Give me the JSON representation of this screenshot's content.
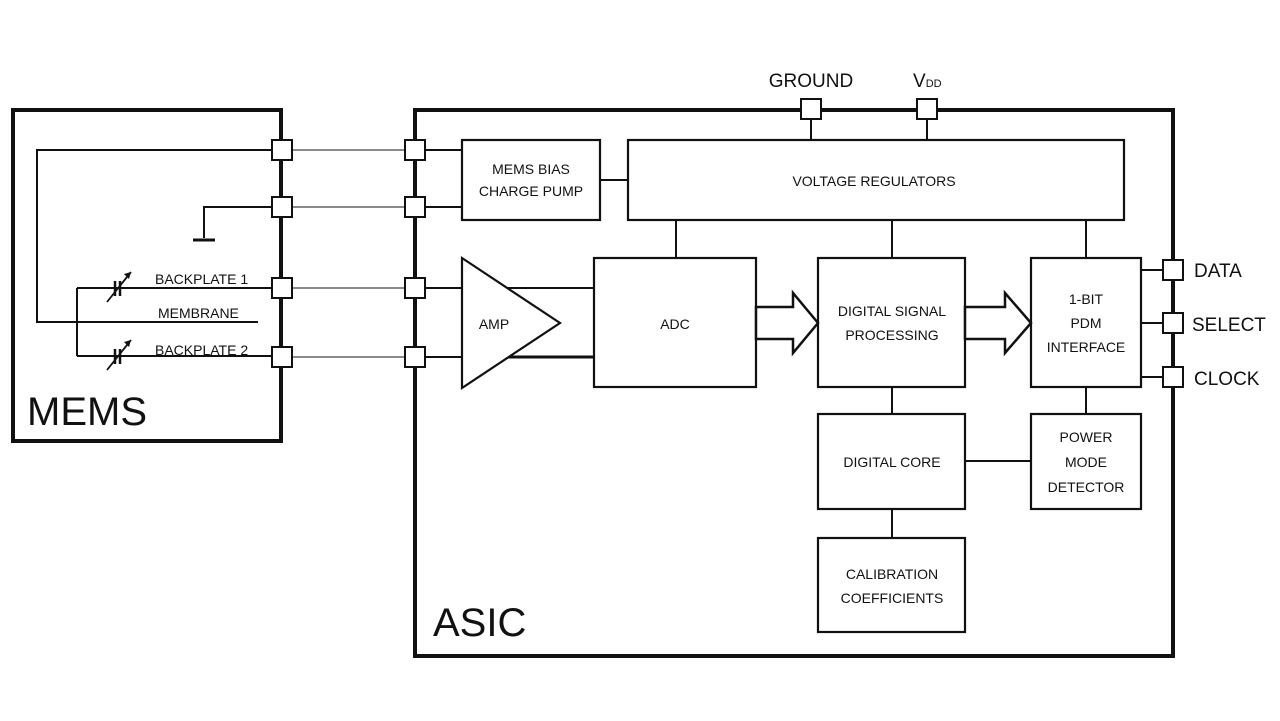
{
  "mems": {
    "title": "MEMS",
    "backplate1": "BACKPLATE 1",
    "membrane": "MEMBRANE",
    "backplate2": "BACKPLATE 2"
  },
  "asic": {
    "title": "ASIC"
  },
  "top_pins": {
    "ground": "GROUND",
    "vdd_main": "V",
    "vdd_sub": "DD"
  },
  "blocks": {
    "mems_bias_line1": "MEMS BIAS",
    "mems_bias_line2": "CHARGE PUMP",
    "voltage_regulators": "VOLTAGE REGULATORS",
    "amp": "AMP",
    "adc": "ADC",
    "dsp_line1": "DIGITAL SIGNAL",
    "dsp_line2": "PROCESSING",
    "pdm_line1": "1-BIT",
    "pdm_line2": "PDM",
    "pdm_line3": "INTERFACE",
    "digital_core": "DIGITAL CORE",
    "pmd_line1": "POWER",
    "pmd_line2": "MODE",
    "pmd_line3": "DETECTOR",
    "cal_line1": "CALIBRATION",
    "cal_line2": "COEFFICIENTS"
  },
  "right_pins": {
    "data": "DATA",
    "select": "SELECT",
    "clock": "CLOCK"
  }
}
